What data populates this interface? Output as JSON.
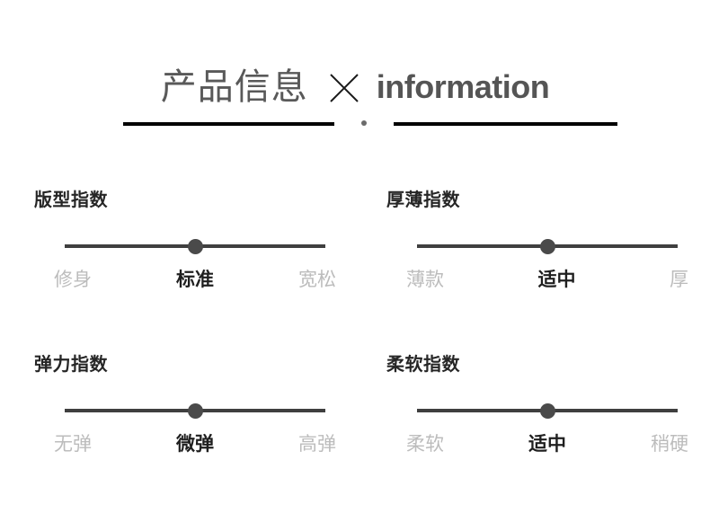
{
  "header": {
    "title_cn": "产品信息",
    "separator_icon": "cross-icon",
    "title_en": "information"
  },
  "indices": [
    {
      "title": "版型指数",
      "knob_position_percent": 50,
      "labels": [
        {
          "text": "修身",
          "active": false
        },
        {
          "text": "标准",
          "active": true
        },
        {
          "text": "宽松",
          "active": false
        }
      ]
    },
    {
      "title": "厚薄指数",
      "knob_position_percent": 50,
      "labels": [
        {
          "text": "薄款",
          "active": false
        },
        {
          "text": "适中",
          "active": true
        },
        {
          "text": "厚",
          "active": false
        }
      ]
    },
    {
      "title": "弹力指数",
      "knob_position_percent": 50,
      "labels": [
        {
          "text": "无弹",
          "active": false
        },
        {
          "text": "微弹",
          "active": true
        },
        {
          "text": "高弹",
          "active": false
        }
      ]
    },
    {
      "title": "柔软指数",
      "knob_position_percent": 50,
      "labels": [
        {
          "text": "柔软",
          "active": false
        },
        {
          "text": "适中",
          "active": true
        },
        {
          "text": "稍硬",
          "active": false
        }
      ]
    }
  ],
  "colors": {
    "background": "#ffffff",
    "header_cn": "#595959",
    "header_en": "#555555",
    "rule": "#000000",
    "title": "#262626",
    "track": "#3f3f3f",
    "knob": "#4a4a4a",
    "label_inactive": "#bcbcbc",
    "label_active": "#1f1f1f"
  }
}
